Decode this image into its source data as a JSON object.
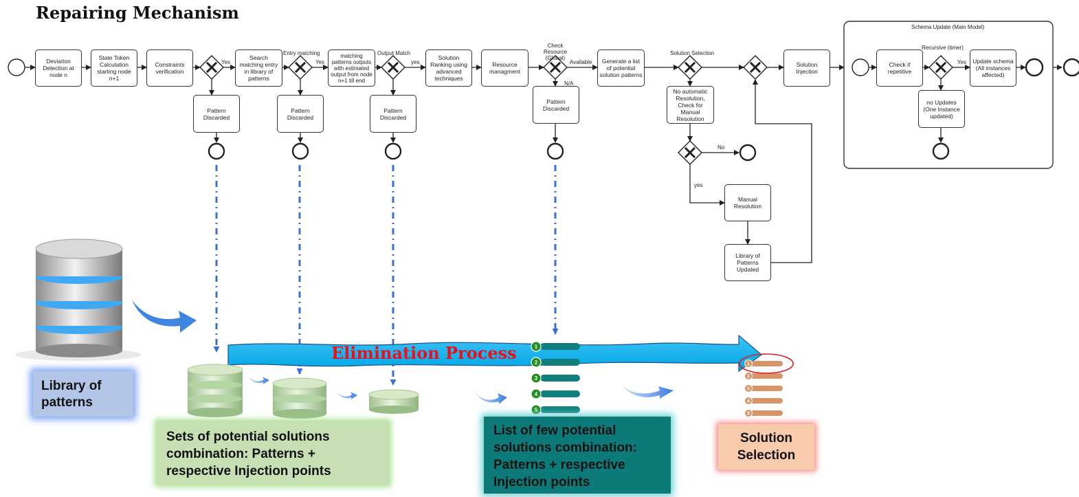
{
  "title": "Repairing Mechanism",
  "nodes": {
    "deviation": "Deviation Detection at node n",
    "state_token": "State Token Calculation starting node n+1",
    "constraints": "Constraints verification",
    "search": "Search matching entry in library of patterns",
    "matching": "matching patterns outputs with estimated output from node n+1 till end",
    "ranking": "Solution Ranking using advanced techniques",
    "resource": "Resource managment",
    "generate": "Generate a list of potential solution patterns",
    "injection": "Solution Injection",
    "discarded": "Pattern Discarded",
    "no_auto": "No automatic Resolution, Check for Manual Resolution",
    "manual": "Manual Resolution",
    "library_updated": "Library of Patterns Updated",
    "check_repetitive": "Check if repetitive",
    "update_schema": "Update schema (All instances affected)",
    "no_updates": "no Updates (One Instance updated)"
  },
  "labels": {
    "yes_cap": "Yes",
    "yes_low": "yes",
    "entry_matching": "Entry matching",
    "output_match": "Output Match",
    "check_resource": "Check Resource (Global)",
    "available": "Available",
    "na": "N/A",
    "solution_selection": "Solution Selection",
    "no": "No",
    "recursive": "Recursive (timer)",
    "schema_update": "Schema Update (Main Model)"
  },
  "bottom": {
    "elimination": "Elimination Process",
    "library": "Library of patterns",
    "sets": "Sets of potential solutions combination: Patterns + respective Injection points",
    "list": "List of few potential solutions combination: Patterns + respective Injection points",
    "selection": "Solution Selection",
    "list_numbers": [
      "1",
      "2",
      "3",
      "4",
      "5"
    ]
  },
  "colors": {
    "arrow_blue": "#00b0f0",
    "elimination_text": "#e8121c",
    "green_badge": "#1f8f1f",
    "teal_bar": "#127f7f",
    "orange_bar": "#d9956a",
    "dashed_blue": "#3c6fd0"
  }
}
